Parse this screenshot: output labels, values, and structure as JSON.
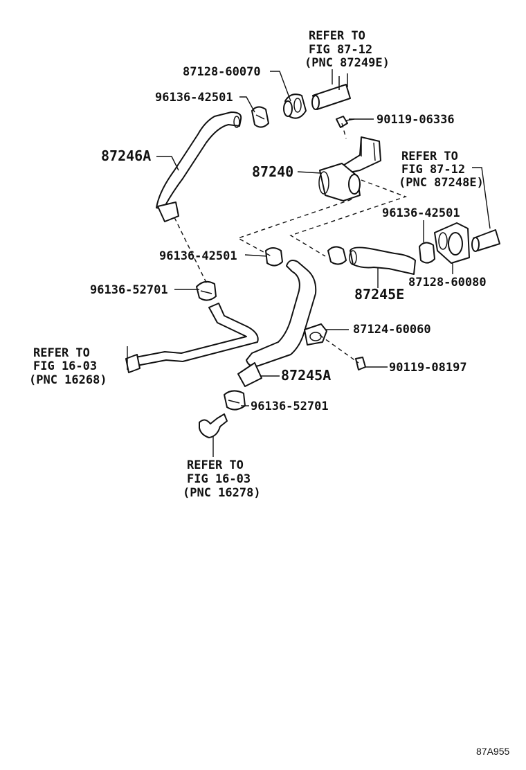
{
  "refs": {
    "r1": [
      "REFER TO",
      "FIG 87-12",
      "(PNC 87249E)"
    ],
    "r2": [
      "REFER TO",
      "FIG 87-12",
      "(PNC 87248E)"
    ],
    "r3": [
      "REFER TO",
      "FIG 16-03",
      "(PNC 16268)"
    ],
    "r4": [
      "REFER TO",
      "FIG 16-03",
      "(PNC 16278)"
    ]
  },
  "parts": {
    "p87128_60070": "87128-60070",
    "p96136_42501_a": "96136-42501",
    "p90119_06336": "90119-06336",
    "p87246A": "87246A",
    "p87240": "87240",
    "p96136_42501_b": "96136-42501",
    "p96136_42501_c": "96136-42501",
    "p96136_52701_a": "96136-52701",
    "p87128_60080": "87128-60080",
    "p87245E": "87245E",
    "p87124_60060": "87124-60060",
    "p90119_08197": "90119-08197",
    "p87245A": "87245A",
    "p96136_52701_b": "96136-52701"
  },
  "figure_code": "87A955",
  "icons": {
    "hose": "hose-icon",
    "clamp": "clamp-icon",
    "valve": "valve-icon",
    "bolt": "bolt-icon",
    "grommet": "grommet-icon"
  }
}
